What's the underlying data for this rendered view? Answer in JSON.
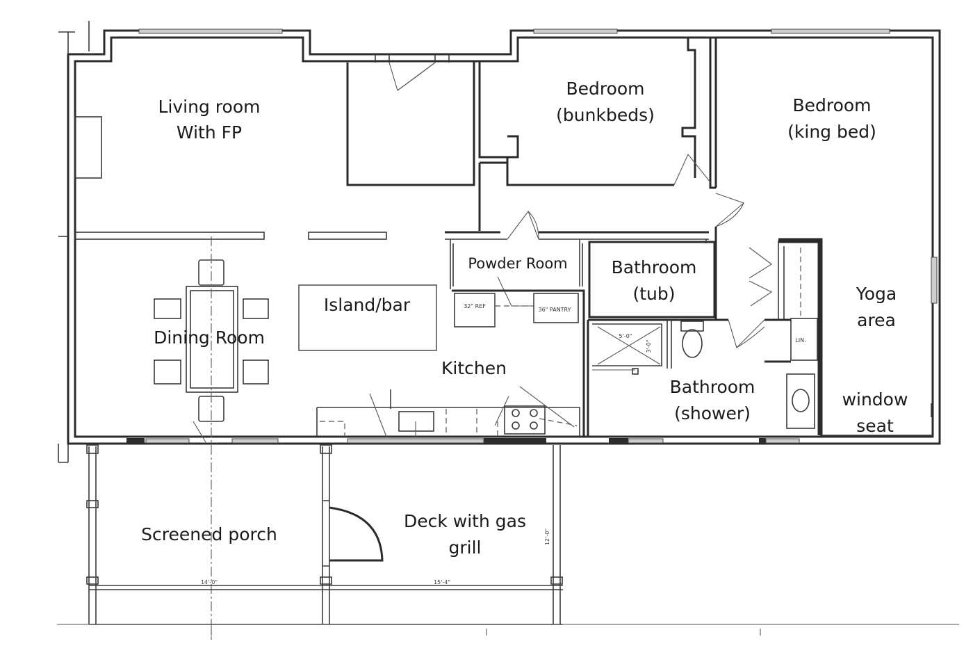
{
  "rooms": {
    "living_room": [
      "Living room",
      "With FP"
    ],
    "bedroom_bunk": [
      "Bedroom",
      "(bunkbeds)"
    ],
    "bedroom_king": [
      "Bedroom",
      "(king bed)"
    ],
    "dining_room": [
      "Dining Room"
    ],
    "island_bar": [
      "Island/bar"
    ],
    "powder_room": [
      "Powder Room"
    ],
    "bathroom_tub": [
      "Bathroom",
      "(tub)"
    ],
    "kitchen": [
      "Kitchen"
    ],
    "yoga_area": [
      "Yoga",
      "area"
    ],
    "bathroom_shower": [
      "Bathroom",
      "(shower)"
    ],
    "window_seat": [
      "window",
      "seat"
    ],
    "screened_porch": [
      "Screened porch"
    ],
    "deck": [
      "Deck with gas",
      "grill"
    ]
  },
  "fixtures": {
    "ref": "32\" REF",
    "pantry": "36\" PANTRY",
    "linen": "LIN.",
    "shower_dim_a": "5'-0\"",
    "shower_dim_b": "3'-0\""
  },
  "dimensions": {
    "porch_width": "14'-0\"",
    "deck_width": "15'-4\"",
    "deck_depth": "12'-0\""
  }
}
